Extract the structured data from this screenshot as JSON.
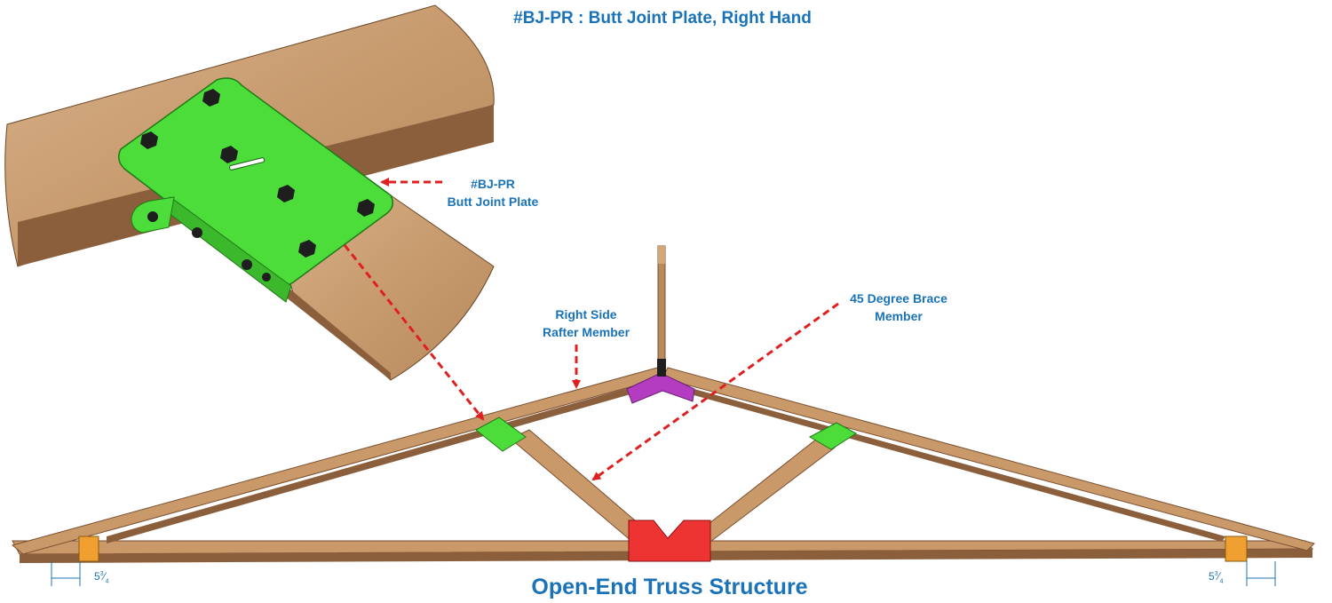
{
  "title": "#BJ-PR : Butt Joint Plate, Right Hand",
  "callouts": {
    "plate": {
      "line1": "#BJ-PR",
      "line2": "Butt Joint Plate"
    },
    "rafter": {
      "line1": "Right Side",
      "line2": "Rafter Member"
    },
    "brace": {
      "line1": "45 Degree Brace",
      "line2": "Member"
    }
  },
  "dimensions": {
    "left": {
      "whole": "5",
      "num": "3",
      "den": "4"
    },
    "right": {
      "whole": "5",
      "num": "3",
      "den": "4"
    }
  },
  "caption": "Open-End Truss Structure",
  "colors": {
    "wood": "#c69a6d",
    "wood_dark": "#8b5f3c",
    "wood_top": "#d4a77a",
    "butt_plate": "#4cdd3a",
    "peak_plate": "#b43cc0",
    "center_plate": "#ee3333",
    "heel_plate": "#f0a030",
    "label": "#1a73b8",
    "arrow": "#e02020"
  }
}
